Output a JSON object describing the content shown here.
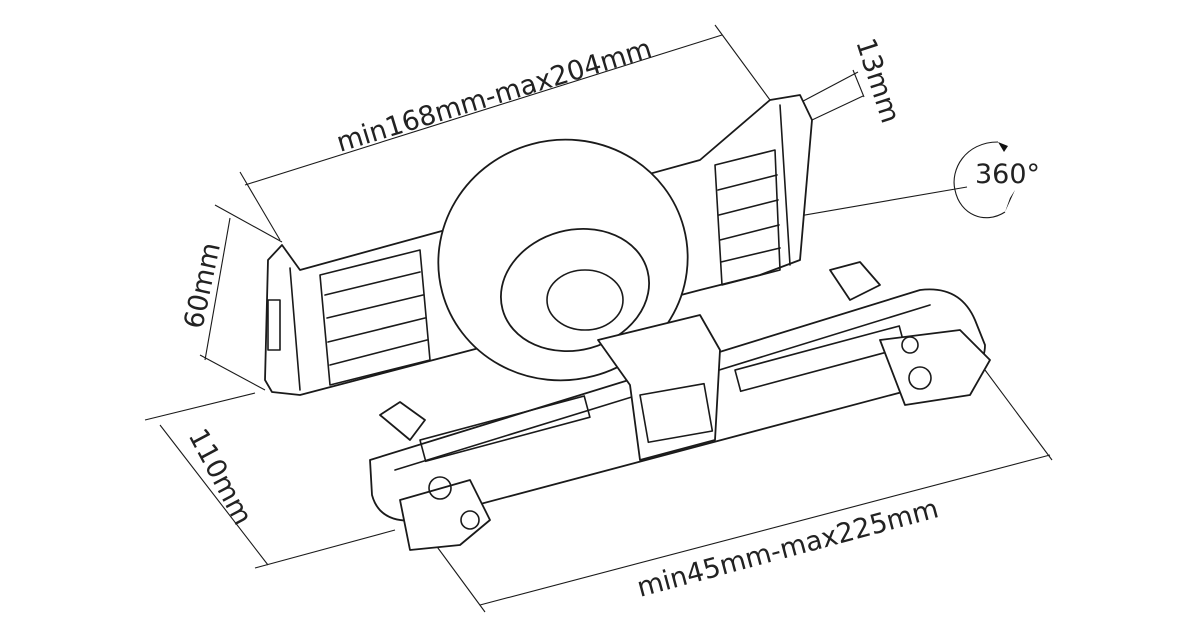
{
  "dimensions": {
    "holder_width": "min168mm-max204mm",
    "grip_depth": "13mm",
    "rotation": "360°",
    "holder_height": "60mm",
    "bar_depth": "110mm",
    "bar_width": "min45mm-max225mm"
  }
}
